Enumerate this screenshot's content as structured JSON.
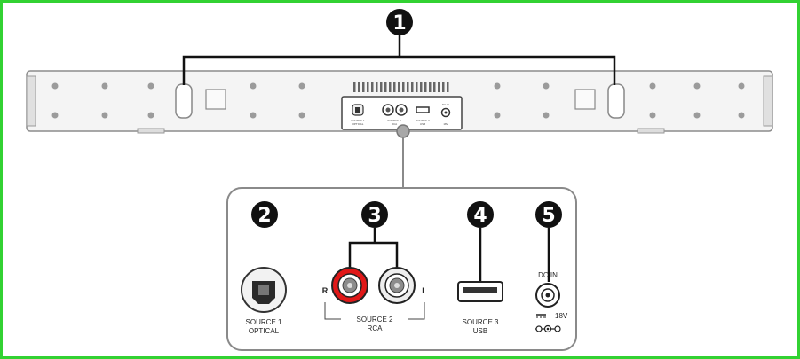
{
  "callouts": [
    "1",
    "2",
    "3",
    "4",
    "5"
  ],
  "ports": {
    "optical": {
      "line1": "SOURCE 1",
      "line2": "OPTICAL"
    },
    "rca": {
      "line1": "SOURCE 2",
      "line2": "RCA",
      "right": "R",
      "left": "L"
    },
    "usb": {
      "line1": "SOURCE 3",
      "line2": "USB"
    },
    "dc": {
      "top": "DC IN",
      "voltage": "18V"
    }
  },
  "colors": {
    "frame": "#32d232",
    "callout": "#111111",
    "rca_right": "#e01818",
    "panel_border": "#8a8a8a"
  }
}
